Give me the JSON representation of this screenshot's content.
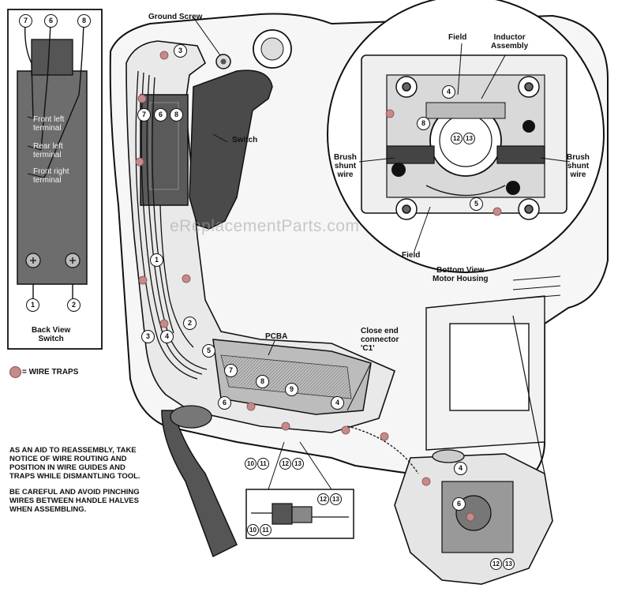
{
  "labels": {
    "ground_screw": "Ground Screw",
    "switch": "Switch",
    "pcba": "PCBA",
    "field_top": "Field",
    "inductor": "Inductor\nAssembly",
    "brush_shunt_left": "Brush\nshunt\nwire",
    "brush_shunt_right": "Brush\nshunt\nwire",
    "field_bottom": "Field",
    "bottom_view": "Bottom View\nMotor Housing",
    "close_end": "Close end\nconnector\n'C1'",
    "front_left": "Front left\nterminal",
    "rear_left": "Rear left\nterminal",
    "front_right": "Front right\nterminal",
    "back_view": "Back View\nSwitch",
    "legend": "= WIRE TRAPS"
  },
  "notes": {
    "note1": "AS AN AID TO REASSEMBLY, TAKE\nNOTICE OF WIRE ROUTING AND\nPOSITION IN WIRE GUIDES AND\nTRAPS WHILE DISMANTLING TOOL.",
    "note2": "BE CAREFUL AND AVOID PINCHING\nWIRES BETWEEN HANDLE HALVES\nWHEN ASSEMBLING."
  },
  "watermark": "eReplacementParts.com",
  "callouts": {
    "c7a": "7",
    "c6a": "6",
    "c8a": "8",
    "c1a": "1",
    "c2a": "2",
    "c3a": "3",
    "c7b": "7",
    "c6b": "6",
    "c8b": "8",
    "c1b": "1",
    "c2b": "2",
    "c3b": "3",
    "c4a": "4",
    "c5a": "5",
    "c7c": "7",
    "c8c": "8",
    "c9a": "9",
    "c6c": "6",
    "c4b": "4",
    "c10a": "10",
    "c11a": "11",
    "c12a": "12",
    "c13a": "13",
    "c10b": "10",
    "c11b": "11",
    "c12b": "12",
    "c13b": "13",
    "c4c": "4",
    "c6d": "6",
    "c12c": "12",
    "c13c": "13",
    "c4m": "4",
    "c8m": "8",
    "c12m": "12",
    "c13m": "13",
    "c5m": "5"
  },
  "colors": {
    "wire_trap": "#c58a8a",
    "line": "#111111",
    "housing_fill": "#f4f4f4",
    "dark_part": "#3a3a3a"
  }
}
